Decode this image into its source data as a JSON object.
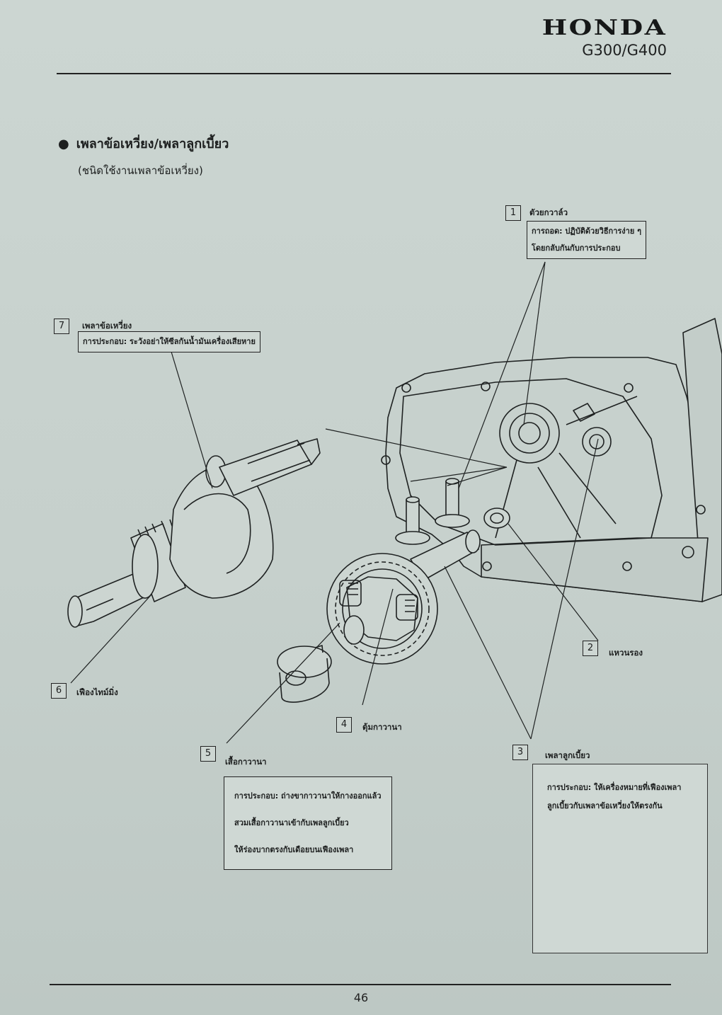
{
  "brand": {
    "logo": "HONDA",
    "model": "G300/G400"
  },
  "section": {
    "bullet": "●",
    "title": "เพลาข้อเหวี่ยง/เพลาลูกเบี้ยว",
    "subtitle": "(ชนิดใช้งานเพลาข้อเหวี่ยง)"
  },
  "callouts": [
    {
      "num": "1",
      "label": "ตัวยกวาล์ว",
      "note": [
        "การถอด: ปฏิบัติด้วยวิธีการง่าย ๆ",
        "โดยกลับกันกับการประกอบ"
      ]
    },
    {
      "num": "2",
      "label": "แหวนรอง"
    },
    {
      "num": "3",
      "label": "เพลาลูกเบี้ยว",
      "note": [
        "การประกอบ: ให้เครื่องหมายที่เฟืองเพลา",
        "ลูกเบี้ยวกับเพลาข้อเหวี่ยงให้ตรงกัน"
      ]
    },
    {
      "num": "4",
      "label": "ตุ้มกาวานา"
    },
    {
      "num": "5",
      "label": "เสื้อกาวานา",
      "note": [
        "การประกอบ: ถ่างขากาวานาให้กางออกแล้ว",
        "สวมเสื้อกาวานาเข้ากับเพลลูกเบี้ยว",
        "ให้ร่องบากตรงกับเดือยบนเฟืองเพลา"
      ]
    },
    {
      "num": "6",
      "label": "เฟืองไทม์มิ่ง"
    },
    {
      "num": "7",
      "label": "เพลาข้อเหวี่ยง",
      "note": [
        "การประกอบ: ระวังอย่าให้ซีลกันน้ำมันเครื่องเสียหาย"
      ]
    }
  ],
  "page_number": "46"
}
